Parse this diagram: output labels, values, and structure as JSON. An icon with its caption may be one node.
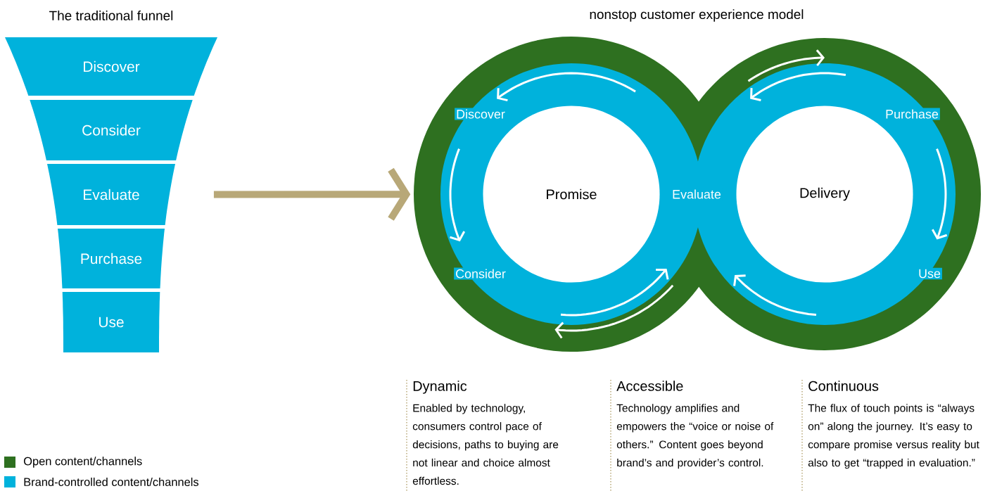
{
  "diagram": {
    "nodes": [
      {
        "text": [
          "Discover"
        ]
      },
      {
        "text": [
          "Consider"
        ]
      },
      {
        "text": [
          "Evaluate"
        ]
      },
      {
        "text": [
          "Purchase"
        ]
      },
      {
        "text": [
          "Use"
        ]
      },
      {
        "text": [
          "Discover",
          "Consider",
          "Evaluate",
          "Purchase",
          "Use"
        ]
      },
      {
        "text": [
          "Promise"
        ],
        "in": 5
      },
      {
        "text": [
          "Delivery"
        ],
        "in": 5
      }
    ],
    "edges": [
      {
        "from": 2,
        "to": 5,
        "arrow": "to",
        "color": "#b8a878"
      }
    ],
    "labels": [
      "The traditional funnel",
      "nonstop customer experience model",
      "Dynamic",
      "Enabled by technology, consumers control pace of decisions, paths to buying are not linear and choice almost effortless.",
      "Accessible",
      "Technology amplifies and empowers the “voice or noise of others.” Content goes beyond brand’s and provider’s control.",
      "Continuous",
      "The flux of touch points is “always on” along the journey. It’s easy to compare promise versus reality but also to get “trapped in evaluation.”"
    ],
    "legend": [
      {
        "text": "Open content/channels",
        "color": "#2e7020"
      },
      {
        "text": "Brand-controlled content/channels",
        "color": "#00b2dc"
      }
    ]
  }
}
